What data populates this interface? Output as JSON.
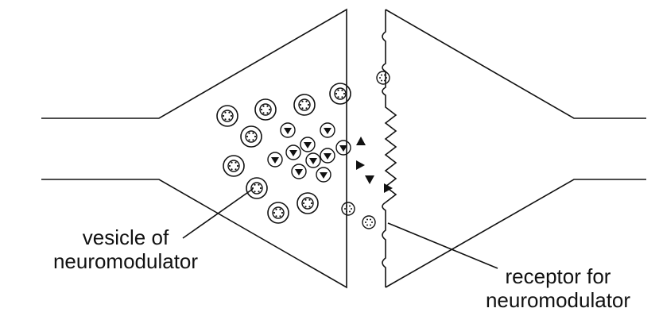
{
  "labels": {
    "vesicle": {
      "line1": "vesicle of",
      "line2": "neuromodulator"
    },
    "receptor": {
      "line1": "receptor for",
      "line2": "neuromodulator"
    }
  },
  "icons": {
    "vesicle": "circle-with-dots-icon",
    "transmitter": "triangle-icon",
    "receptor": "zigzag-receptor-icon"
  },
  "colors": {
    "stroke": "#111111",
    "background": "#ffffff"
  }
}
